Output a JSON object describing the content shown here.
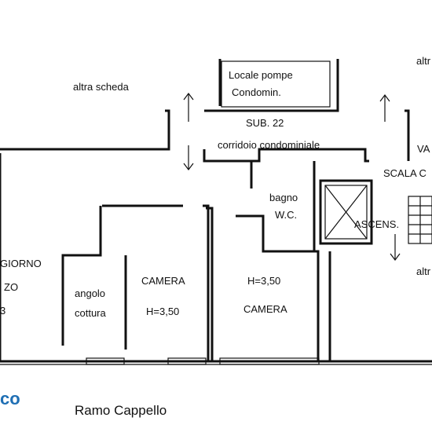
{
  "labels": {
    "altra_scheda_left": "altra scheda",
    "locale_pompe_1": "Locale pompe",
    "locale_pompe_2": "Condomin.",
    "sub": "SUB. 22",
    "corridoio": "corridoio condominiale",
    "altra_top_right": "altr",
    "va": "VA",
    "scala": "SCALA C",
    "bagno_1": "bagno",
    "bagno_2": "W.C.",
    "ascens": "ASCENS.",
    "altra_bottom_right": "altr",
    "giorno": "GIORNO",
    "zo": "ZO",
    "three": "3",
    "angolo_1": "angolo",
    "angolo_2": "cottura",
    "camera_1": "CAMERA",
    "h_1": "H=3,50",
    "h_2": "H=3,50",
    "camera_2": "CAMERA"
  },
  "street": "Ramo Cappello",
  "brand_fragment": "co",
  "colors": {
    "walls": "#111111",
    "brand": "#1f6fb4",
    "background": "#ffffff"
  }
}
